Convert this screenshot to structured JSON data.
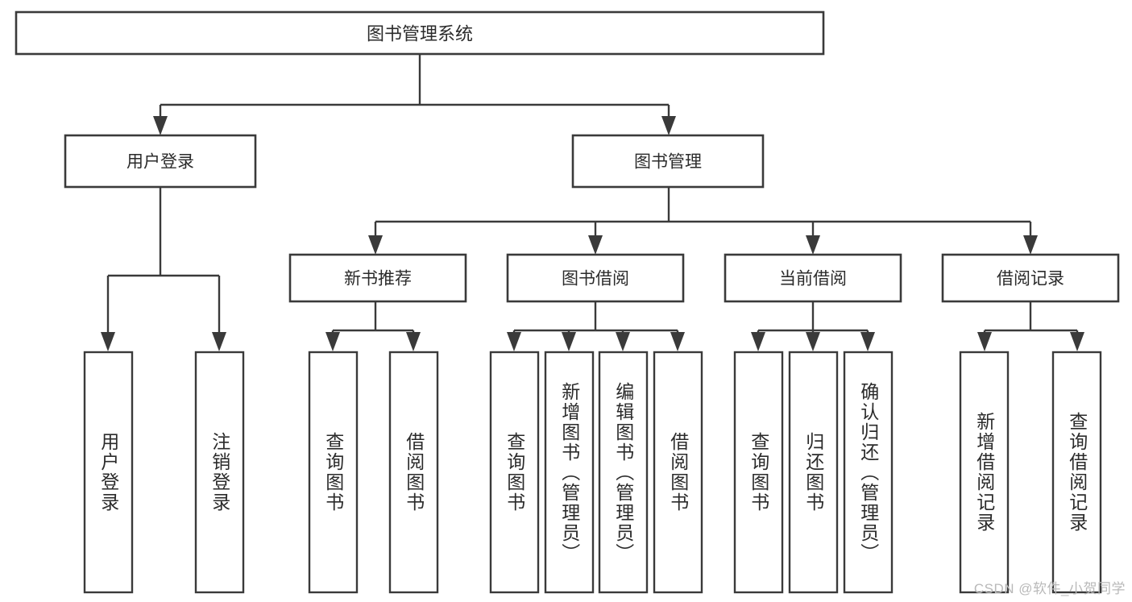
{
  "diagram": {
    "type": "tree",
    "title": "图书管理系统",
    "root": {
      "id": "root",
      "label": "图书管理系统"
    },
    "level2": [
      {
        "id": "user-login",
        "label": "用户登录"
      },
      {
        "id": "book-management",
        "label": "图书管理"
      }
    ],
    "level3": [
      {
        "id": "new-book-recommend",
        "label": "新书推荐",
        "parent": "book-management"
      },
      {
        "id": "book-borrow",
        "label": "图书借阅",
        "parent": "book-management"
      },
      {
        "id": "current-borrow",
        "label": "当前借阅",
        "parent": "book-management"
      },
      {
        "id": "borrow-record",
        "label": "借阅记录",
        "parent": "book-management"
      }
    ],
    "leaves": {
      "user-login": [
        {
          "id": "leaf-user-login",
          "label": "用户登录"
        },
        {
          "id": "leaf-user-logout",
          "label": "注销登录"
        }
      ],
      "new-book-recommend": [
        {
          "id": "leaf-query-book-1",
          "label": "查询图书"
        },
        {
          "id": "leaf-borrow-book-1",
          "label": "借阅图书"
        }
      ],
      "book-borrow": [
        {
          "id": "leaf-query-book-2",
          "label": "查询图书"
        },
        {
          "id": "leaf-add-book",
          "label": "新增图书（管理员）"
        },
        {
          "id": "leaf-edit-book",
          "label": "编辑图书（管理员）"
        },
        {
          "id": "leaf-borrow-book-2",
          "label": "借阅图书"
        }
      ],
      "current-borrow": [
        {
          "id": "leaf-query-book-3",
          "label": "查询图书"
        },
        {
          "id": "leaf-return-book",
          "label": "归还图书"
        },
        {
          "id": "leaf-confirm-return",
          "label": "确认归还（管理员）"
        }
      ],
      "borrow-record": [
        {
          "id": "leaf-add-record",
          "label": "新增借阅记录"
        },
        {
          "id": "leaf-query-record",
          "label": "查询借阅记录"
        }
      ]
    },
    "colors": {
      "stroke": "#3a3a3a",
      "fill": "#ffffff",
      "text": "#2b2b2b",
      "watermark": "#b9b9b9"
    }
  },
  "watermark": {
    "text": "CSDN @软件_小贺同学"
  }
}
